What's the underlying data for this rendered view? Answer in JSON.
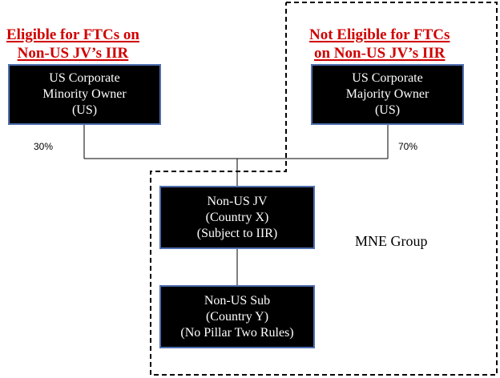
{
  "headings": {
    "eligible": [
      "Eligible for FTCs on",
      "Non-US JV’s IIR"
    ],
    "not_eligible": [
      "Not Eligible for FTCs",
      "on Non-US JV’s IIR"
    ]
  },
  "boxes": {
    "minority_owner": [
      "US Corporate",
      "Minority Owner",
      "(US)"
    ],
    "majority_owner": [
      "US Corporate",
      "Majority Owner",
      "(US)"
    ],
    "jv": [
      "Non-US JV",
      "(Country X)",
      "(Subject to IIR)"
    ],
    "sub": [
      "Non-US Sub",
      "(Country Y)",
      "(No Pillar Two Rules)"
    ]
  },
  "ownership": {
    "minority_pct": "30%",
    "majority_pct": "70%"
  },
  "group_label": "MNE Group",
  "colors": {
    "heading": "#d00000",
    "box_fill": "#000000",
    "box_border": "#4f6fb0",
    "box_text": "#ffffff"
  }
}
